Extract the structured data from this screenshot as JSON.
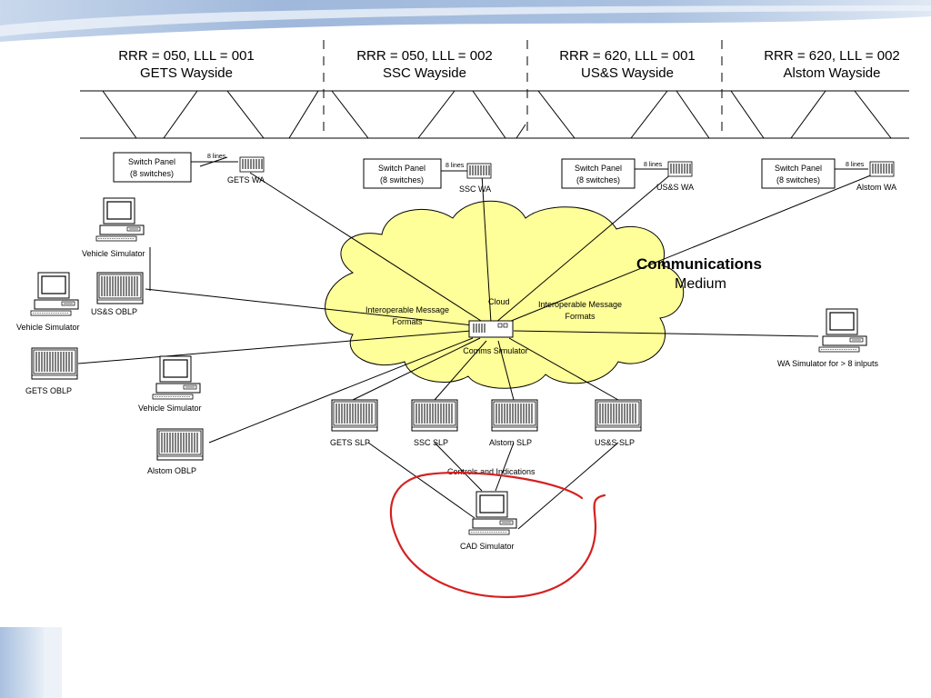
{
  "theme": {
    "banner_color": "#9db5d8",
    "banner_light": "#dbe6f3",
    "cloud_fill": "#ffff99",
    "annotation_color": "#d62020"
  },
  "sections": [
    {
      "code": "RRR = 050, LLL = 001",
      "name": "GETS Wayside"
    },
    {
      "code": "RRR = 050, LLL = 002",
      "name": "SSC Wayside"
    },
    {
      "code": "RRR = 620, LLL = 001",
      "name": "US&S Wayside"
    },
    {
      "code": "RRR = 620, LLL = 002",
      "name": "Alstom Wayside"
    }
  ],
  "switch_panels": [
    {
      "line1": "Switch Panel",
      "line2": "(8 switches)",
      "lines_label": "8 lines",
      "wa_label": "GETS WA"
    },
    {
      "line1": "Switch Panel",
      "line2": "(8 switches)",
      "lines_label": "8 lines",
      "wa_label": "SSC WA"
    },
    {
      "line1": "Switch Panel",
      "line2": "(8 switches)",
      "lines_label": "8 lines",
      "wa_label": "US&S WA"
    },
    {
      "line1": "Switch Panel",
      "line2": "(8 switches)",
      "lines_label": "8 lines",
      "wa_label": "Alstom WA"
    }
  ],
  "cloud": {
    "title_line1": "Communications",
    "title_line2": "Medium",
    "cloud_label": "Cloud",
    "left_format_line1": "Interoperable Message",
    "left_format_line2": "Formats",
    "right_format_line1": "Interoperable Message",
    "right_format_line2": "Formats",
    "hub_label": "Comms Simulator"
  },
  "devices": {
    "vehicle_sim_1": "Vehicle Simulator",
    "vehicle_sim_2": "Vehicle Simulator",
    "vehicle_sim_3": "Vehicle Simulator",
    "uss_oblp": "US&S OBLP",
    "gets_oblp": "GETS OBLP",
    "alstom_oblp": "Alstom OBLP",
    "wa_simulator": "WA Simulator for > 8 inlputs",
    "gets_slp": "GETS SLP",
    "ssc_slp": "SSC SLP",
    "alstom_slp": "Alstom SLP",
    "uss_slp": "US&S SLP",
    "controls_label": "Controls and Indications",
    "cad_simulator": "CAD Simulator"
  }
}
